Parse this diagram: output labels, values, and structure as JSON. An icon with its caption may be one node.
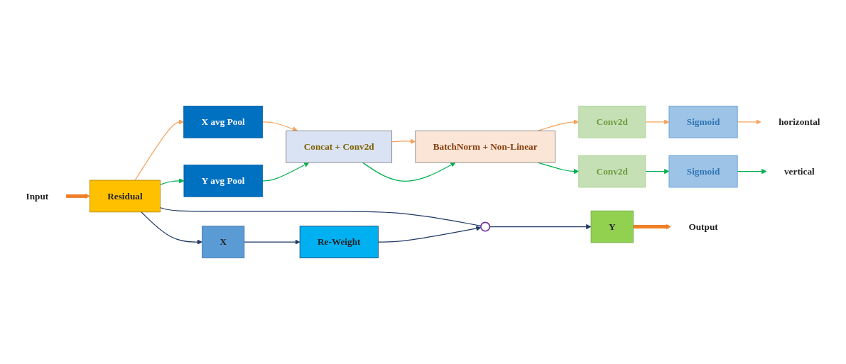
{
  "diagram": {
    "nodes": [
      {
        "text": [
          "Input"
        ]
      },
      {
        "text": [
          "Residual"
        ]
      },
      {
        "text": [
          "X"
        ]
      },
      {
        "text": [
          "horizontal"
        ]
      },
      {
        "text": [
          "vertical"
        ]
      },
      {
        "text": [
          "Sigmoid"
        ]
      },
      {
        "text": [
          "Sigmoid"
        ]
      },
      {
        "text": [
          "Conv2d"
        ]
      },
      {
        "text": [
          "Conv2d"
        ]
      },
      {
        "text": [
          "BatchNorm + Non-Linear"
        ]
      },
      {
        "text": [
          "Concat + Conv2d"
        ]
      },
      {
        "text": [
          "X  avg Pool"
        ]
      },
      {
        "text": [
          "Y  avg Pool"
        ]
      },
      {
        "text": [
          "Re-Weight"
        ]
      },
      {
        "text": [],
        "shape": "circle"
      },
      {
        "text": [
          "Y"
        ]
      },
      {
        "text": [
          "Output"
        ]
      }
    ],
    "edges": [
      {
        "from": 0,
        "to": 1,
        "arrow": "to",
        "style": "thick",
        "color": "#f07e26"
      },
      {
        "from": 1,
        "to": 2,
        "arrow": "to",
        "color": "#1f3864"
      },
      {
        "from": 1,
        "to": 14,
        "arrow": "none",
        "color": "#1f3864"
      },
      {
        "from": 1,
        "to": 11,
        "arrow": "to",
        "color": "#f5a25d"
      },
      {
        "from": 1,
        "to": 12,
        "arrow": "to",
        "color": "#00b050"
      },
      {
        "from": 11,
        "to": 10,
        "arrow": "to",
        "color": "#f5a25d"
      },
      {
        "from": 12,
        "to": 10,
        "arrow": "to",
        "color": "#00b050"
      },
      {
        "from": 10,
        "to": 9,
        "arrow": "to",
        "color": "#f5a25d"
      },
      {
        "from": 10,
        "to": 9,
        "arrow": "to",
        "color": "#00b050"
      },
      {
        "from": 9,
        "to": 7,
        "arrow": "to",
        "color": "#f5a25d"
      },
      {
        "from": 9,
        "to": 8,
        "arrow": "to",
        "color": "#00b050"
      },
      {
        "from": 7,
        "to": 5,
        "arrow": "to",
        "color": "#f5a25d"
      },
      {
        "from": 8,
        "to": 6,
        "arrow": "to",
        "color": "#00b050"
      },
      {
        "from": 5,
        "to": 3,
        "arrow": "to",
        "color": "#f5a25d"
      },
      {
        "from": 6,
        "to": 4,
        "arrow": "to",
        "color": "#00b050"
      },
      {
        "from": 2,
        "to": 13,
        "arrow": "to",
        "color": "#1f3864"
      },
      {
        "from": 13,
        "to": 14,
        "arrow": "to",
        "color": "#1f3864"
      },
      {
        "from": 14,
        "to": 15,
        "arrow": "to",
        "color": "#1f3864"
      },
      {
        "from": 15,
        "to": 16,
        "arrow": "to",
        "style": "thick",
        "color": "#f07e26"
      }
    ]
  }
}
